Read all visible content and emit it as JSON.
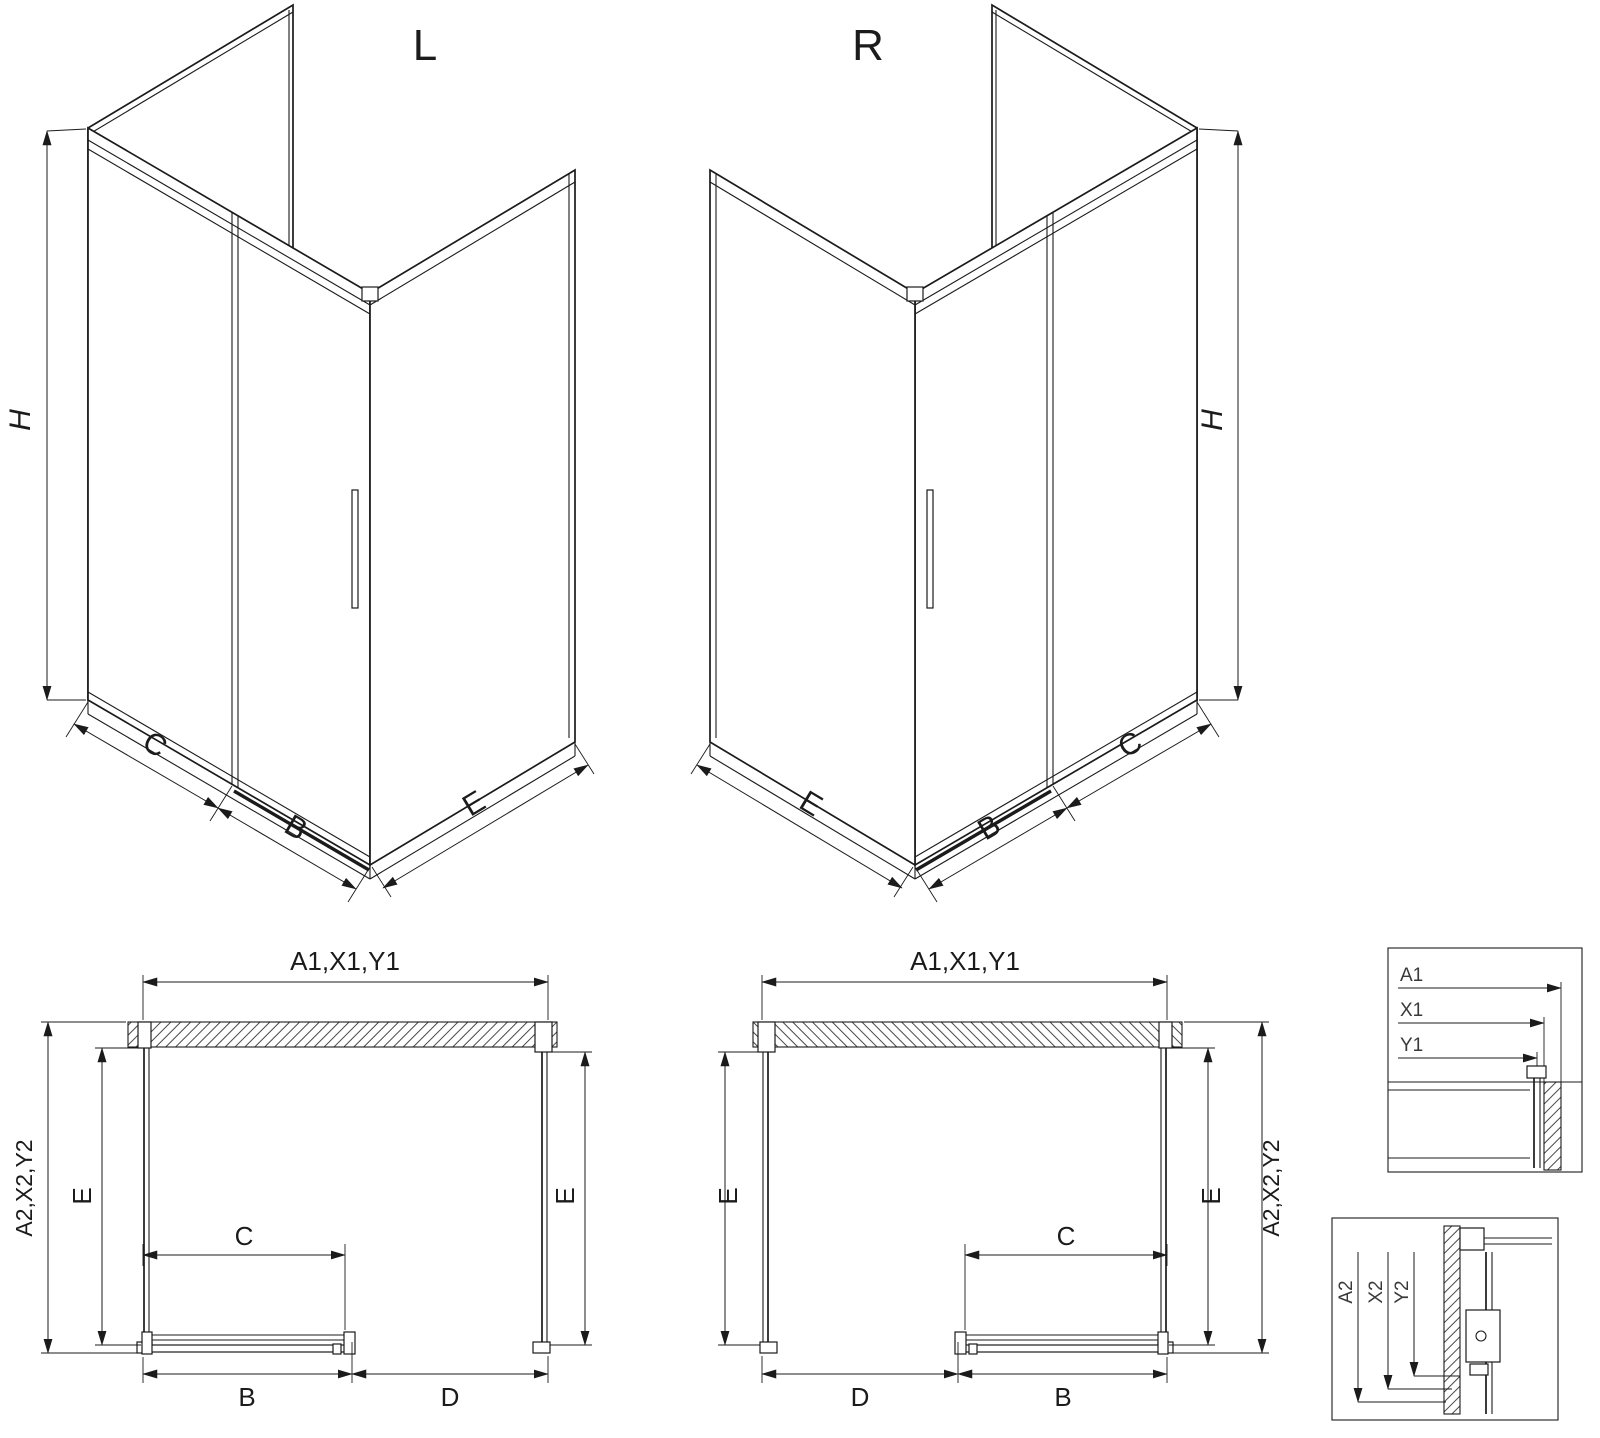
{
  "sheet": {
    "background": "#ffffff",
    "line_color": "#1b1b1b"
  },
  "iso_left": {
    "title": "L",
    "height_label": "H",
    "fixed_label": "C",
    "door_label": "B",
    "side_label": "E"
  },
  "iso_right": {
    "title": "R",
    "height_label": "H",
    "fixed_label": "C",
    "door_label": "B",
    "side_label": "E"
  },
  "plan_left": {
    "width_label": "A1,X1,Y1",
    "depth_outer_label": "A2,X2,Y2",
    "side_left_label": "E",
    "side_right_label": "E",
    "door_clear_label": "C",
    "door_label": "B",
    "opening_label": "D"
  },
  "plan_right": {
    "width_label": "A1,X1,Y1",
    "depth_outer_label": "A2,X2,Y2",
    "side_left_label": "E",
    "side_right_label": "E",
    "door_clear_label": "C",
    "door_label": "B",
    "opening_label": "D"
  },
  "detail_top": {
    "labels": [
      "A1",
      "X1",
      "Y1"
    ]
  },
  "detail_bottom": {
    "labels": [
      "A2",
      "X2",
      "Y2"
    ]
  }
}
